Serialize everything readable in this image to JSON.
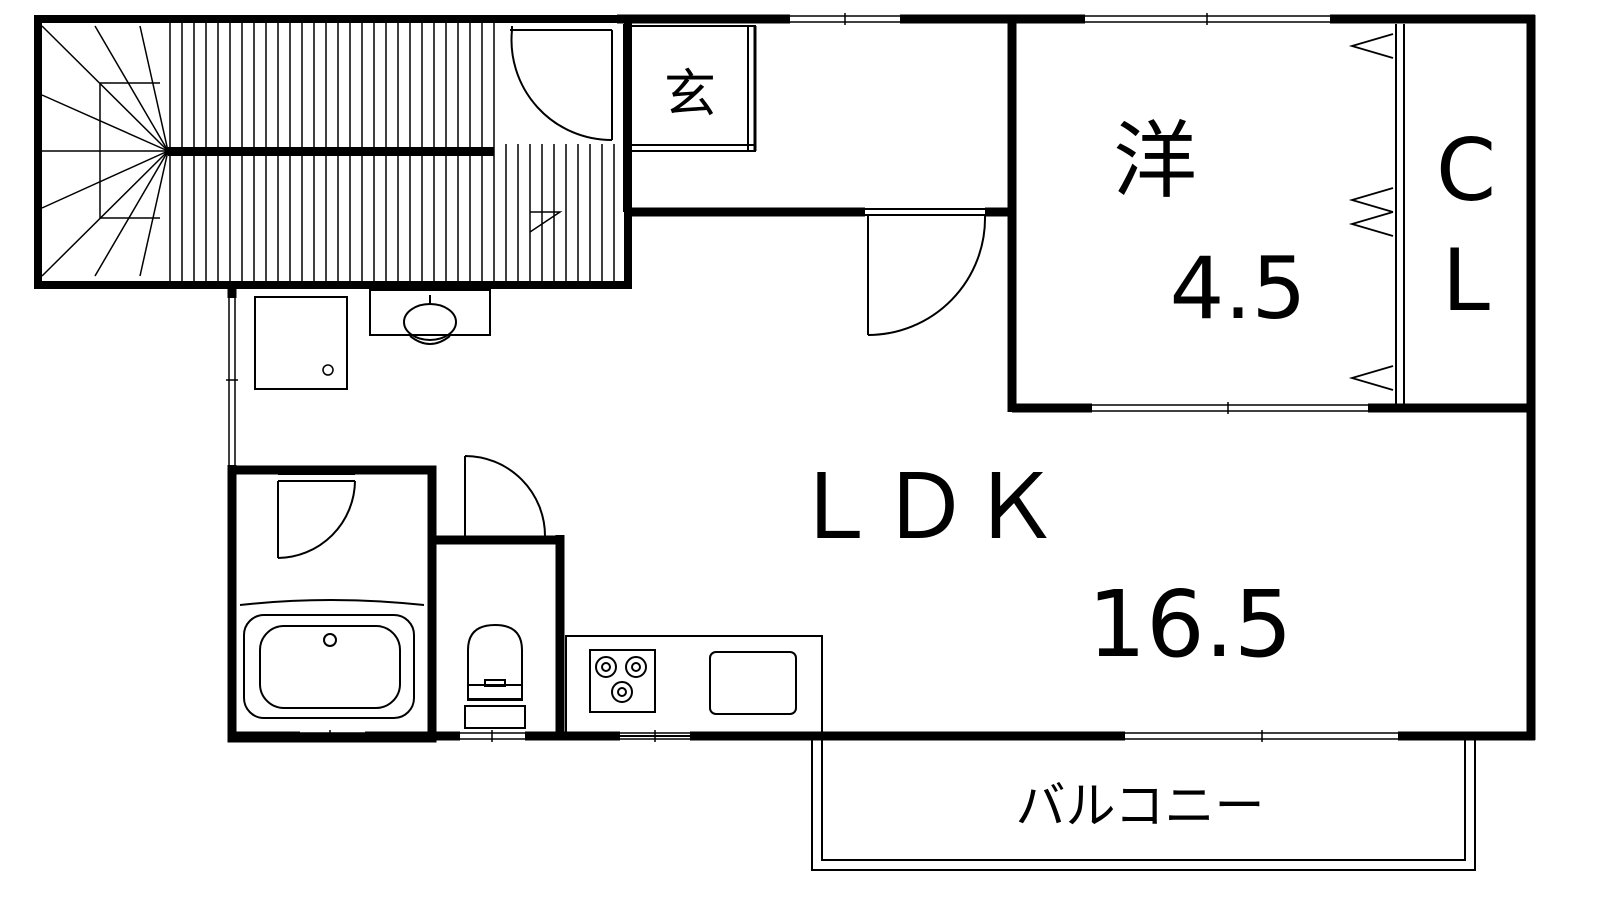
{
  "rooms": {
    "genkan": {
      "label": "玄"
    },
    "western": {
      "label": "洋",
      "size": "4.5"
    },
    "closet": {
      "label_c": "C",
      "label_l": "L"
    },
    "ldk": {
      "label": "ＬＤＫ",
      "size": "16.5"
    },
    "balcony": {
      "label": "バルコニー"
    }
  },
  "colors": {
    "line": "#000000",
    "background": "#ffffff"
  }
}
